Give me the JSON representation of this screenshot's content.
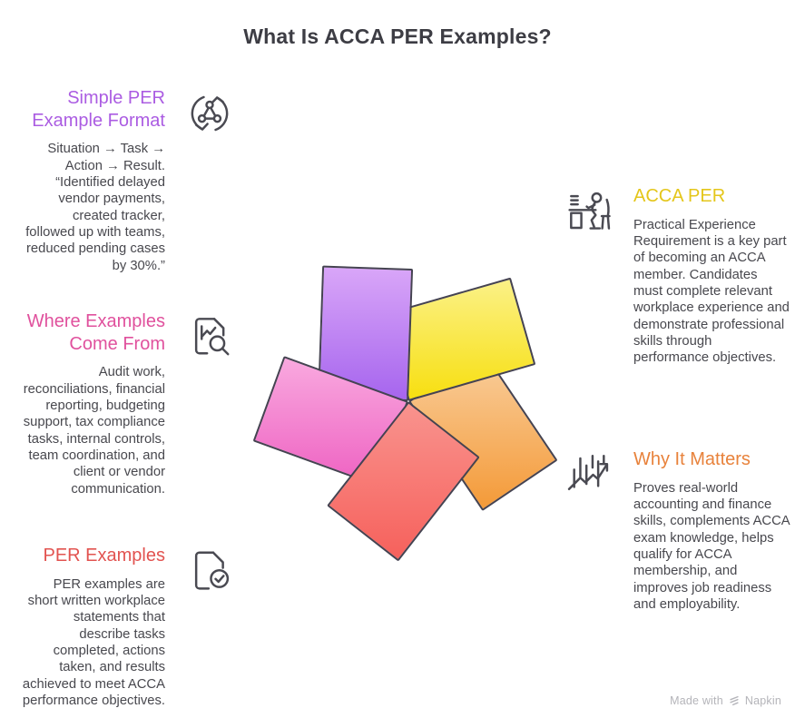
{
  "title": "What Is ACCA PER Examples?",
  "sections": {
    "simple_format": {
      "heading": "Simple PER Example Format",
      "color": "#ab5ce2",
      "body": "Situation → Task → Action → Result. “Identified delayed vendor payments, created tracker, followed up with teams, reduced pending cases by 30%.”",
      "icon": "cycle-nodes-icon"
    },
    "sources": {
      "heading": "Where Examples Come From",
      "color": "#e0519d",
      "body": "Audit work, reconciliations, financial reporting, budgeting support, tax compliance tasks, internal controls, team coordination, and client or vendor communication.",
      "icon": "document-chart-search-icon"
    },
    "per_examples": {
      "heading": "PER Examples",
      "color": "#e25350",
      "body": "PER examples are short written workplace statements that describe tasks completed, actions taken, and results achieved to meet ACCA performance objectives.",
      "icon": "document-check-icon"
    },
    "acca_per": {
      "heading": "ACCA PER",
      "color": "#e4c61a",
      "body": "Practical Experience Requirement is a key part of becoming an ACCA member. Candidates must complete relevant workplace experience and demonstrate professional skills through performance objectives.",
      "icon": "person-at-desk-icon"
    },
    "why_it_matters": {
      "heading": "Why It Matters",
      "color": "#e8823b",
      "body": "Proves real-world accounting and finance skills, complements ACCA exam knowledge, helps qualify for ACCA membership, and improves job readiness and employability.",
      "icon": "candlestick-growth-icon"
    }
  },
  "pinwheel": {
    "border_color": "#454351",
    "petals": [
      {
        "name": "purple",
        "angle": 2,
        "light": "#d9a6f8",
        "dark": "#a665ee"
      },
      {
        "name": "yellow",
        "angle": 74,
        "light": "#fbf187",
        "dark": "#f7df10"
      },
      {
        "name": "orange",
        "angle": 146,
        "light": "#f9cf9e",
        "dark": "#f49a38"
      },
      {
        "name": "red",
        "angle": 218,
        "light": "#f9938e",
        "dark": "#f6615c"
      },
      {
        "name": "pink",
        "angle": 290,
        "light": "#f9a9df",
        "dark": "#ee62c2"
      }
    ]
  },
  "footer": {
    "made_with": "Made with",
    "brand": "Napkin"
  }
}
